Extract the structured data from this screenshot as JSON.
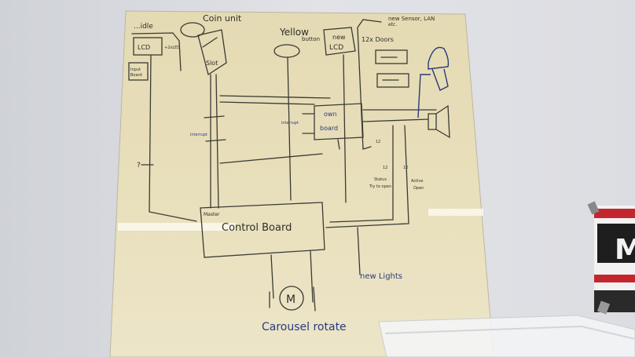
{
  "whiteboard": {
    "labels": {
      "idle": "...idle",
      "coin_unit": "Coin unit",
      "yellow_button_1": "Yellow",
      "yellow_button_2": "button",
      "new_lcd_1": "new",
      "new_lcd_2": "LCD",
      "new_sensor_1": "new Sensor, LAN",
      "new_sensor_2": "etc.",
      "doors": "12x Doors",
      "lcd": "LCD",
      "led": "+2xLED",
      "input_board_1": "Input",
      "input_board_2": "Board",
      "slot": "Slot",
      "interrupt_left": "interrupt",
      "interrupt_mid": "interrupt",
      "own_board_1": "own",
      "own_board_2": "board",
      "question": "?",
      "bus_12_a": "12",
      "bus_12_b": "12",
      "bus_12_c": "12",
      "status_1": "Status",
      "status_2": "Try to open",
      "active_1": "Active",
      "active_2": "Open",
      "master": "Master",
      "control_board": "Control Board",
      "new_lights": "new Lights",
      "motor": "M",
      "carousel_rotate": "Carousel rotate"
    }
  },
  "poster": {
    "letter": "M"
  },
  "colors": {
    "wall": "#d9dbe0",
    "board": "#e6ddb8",
    "marker_black": "#3a3a34",
    "marker_blue": "#2a3a80"
  }
}
